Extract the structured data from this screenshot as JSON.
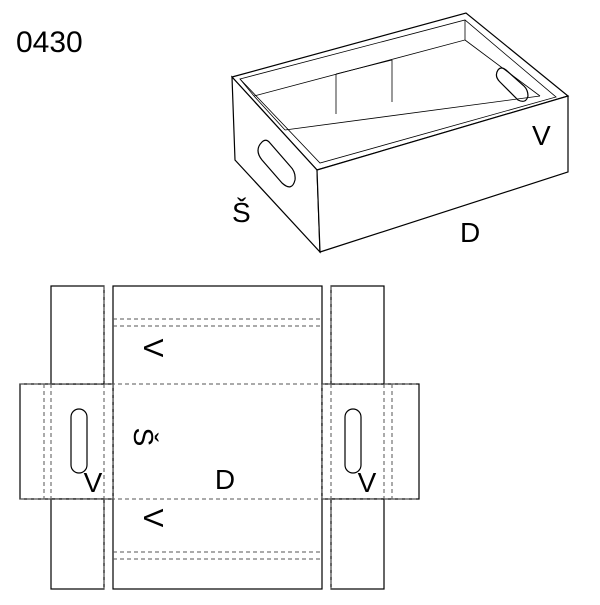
{
  "product_code": "0430",
  "labels": {
    "width": "Š",
    "length": "D",
    "height": "V"
  },
  "colors": {
    "line": "#000000",
    "fold_line": "#555555",
    "background": "#ffffff"
  }
}
